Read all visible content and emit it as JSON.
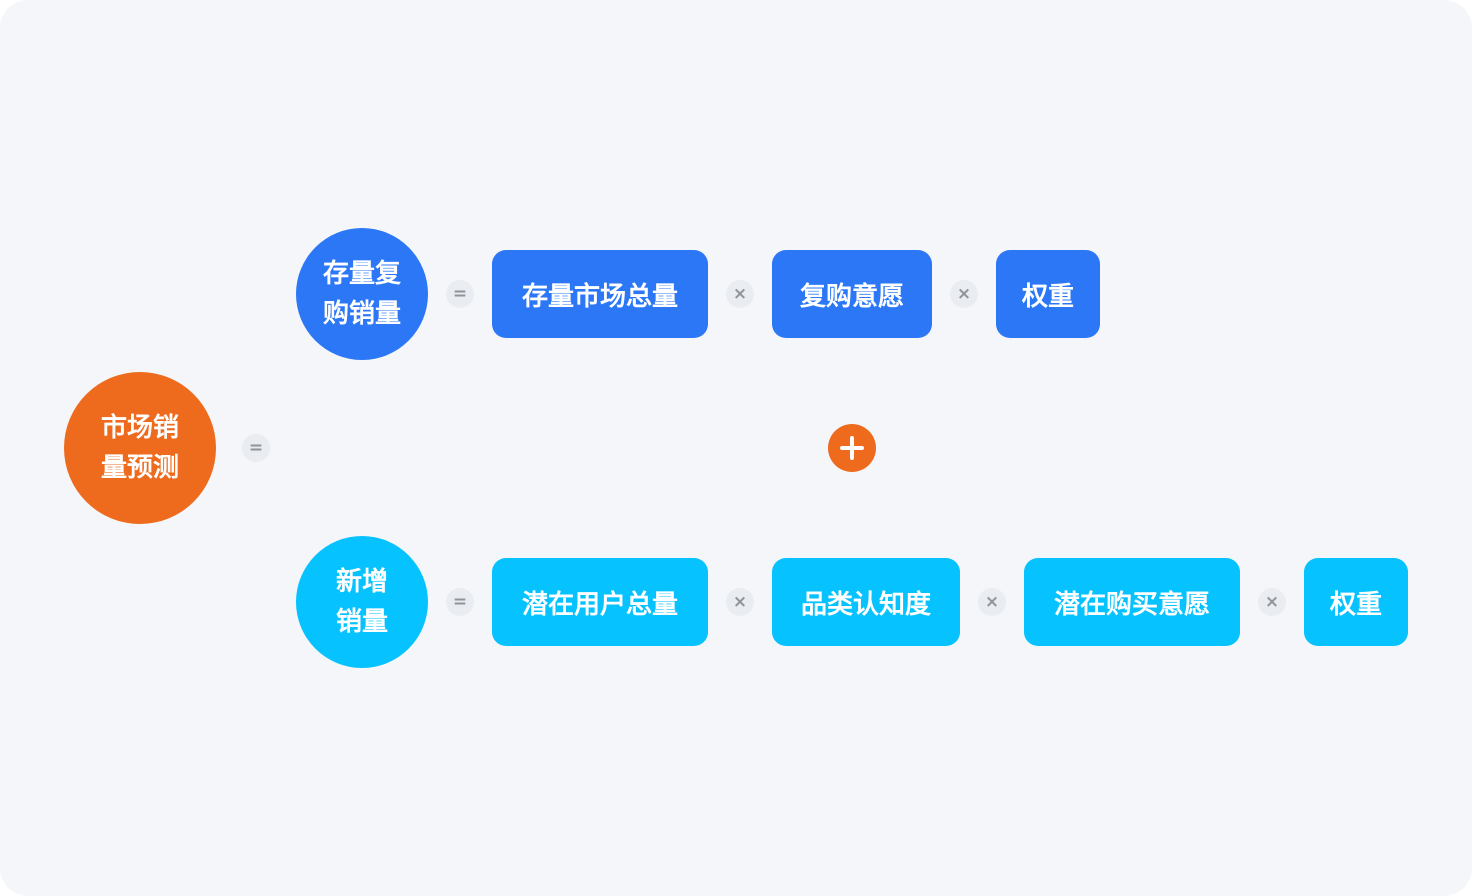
{
  "root": {
    "line1": "市场销",
    "line2": "量预测",
    "color": "#ee6b1e"
  },
  "equals_symbol": "=",
  "multiply_symbol": "×",
  "row_top": {
    "node": {
      "line1": "存量复",
      "line2": "购销量"
    },
    "color": "#2b77f5",
    "factors": [
      "存量市场总量",
      "复购意愿",
      "权重"
    ]
  },
  "row_bottom": {
    "node": {
      "line1": "新增",
      "line2": "销量"
    },
    "color": "#06c2ff",
    "factors": [
      "潜在用户总量",
      "品类认知度",
      "潜在购买意愿",
      "权重"
    ]
  },
  "plus_icon": "plus-icon",
  "background_color": "#f4f6fa"
}
